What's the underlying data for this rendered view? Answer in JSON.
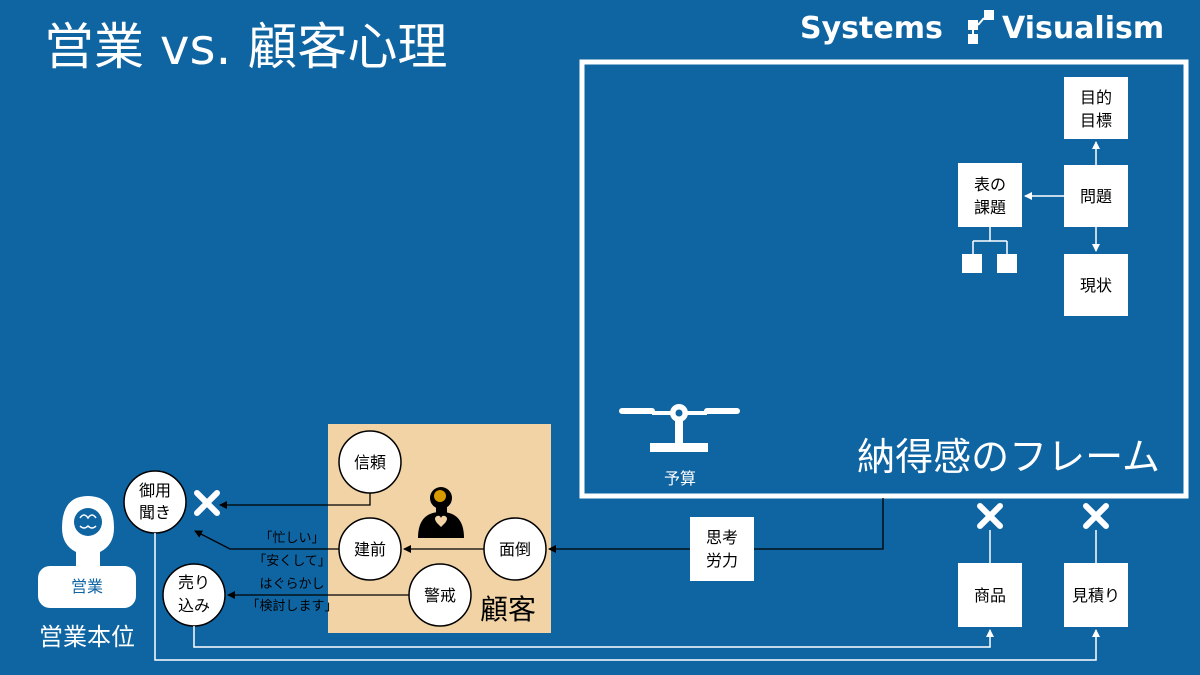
{
  "title": "営業 vs. 顧客心理",
  "logo": {
    "left": "Systems",
    "right": "Visualism"
  },
  "frame": {
    "label": "納得感のフレーム",
    "budget": "予算"
  },
  "problem": {
    "purpose": [
      "目的",
      "目標"
    ],
    "problem": "問題",
    "current": "現状",
    "surface": [
      "表の",
      "課題"
    ]
  },
  "customer": {
    "label": "顧客",
    "nodes": {
      "trust": "信頼",
      "facade": "建前",
      "hassle": "面倒",
      "wariness": "警戒"
    }
  },
  "sales": {
    "order_taking": [
      "御用",
      "聞き"
    ],
    "hard_sell": [
      "売り",
      "込み"
    ],
    "badge": "営業",
    "label": "営業本位"
  },
  "quotes": {
    "busy": "「忙しい」",
    "cheap": "「安くして」",
    "evade": "はぐらかし",
    "consider": "「検討します」"
  },
  "effort": [
    "思考",
    "労力"
  ],
  "items": {
    "product": "商品",
    "estimate": "見積り"
  },
  "colors": {
    "background": "#0f64a2",
    "customer_box": "#f1d3a5",
    "node_fill": "#ffffff"
  }
}
